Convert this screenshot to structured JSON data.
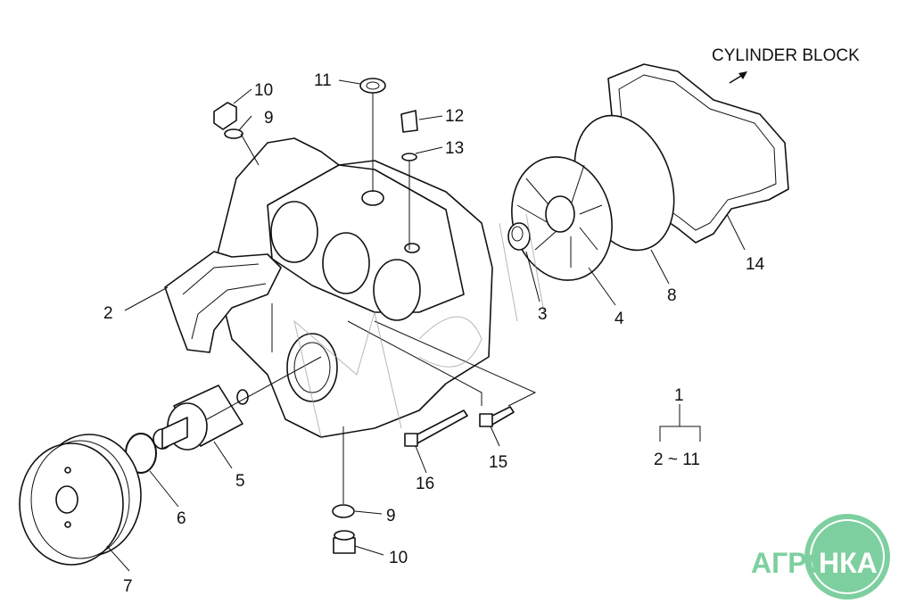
{
  "diagram": {
    "direction_label": "CYLINDER BLOCK",
    "callouts": [
      {
        "id": "c10a",
        "text": "10"
      },
      {
        "id": "c9a",
        "text": "9"
      },
      {
        "id": "c11",
        "text": "11"
      },
      {
        "id": "c12",
        "text": "12"
      },
      {
        "id": "c13",
        "text": "13"
      },
      {
        "id": "c2",
        "text": "2"
      },
      {
        "id": "c3",
        "text": "3"
      },
      {
        "id": "c4",
        "text": "4"
      },
      {
        "id": "c8",
        "text": "8"
      },
      {
        "id": "c14",
        "text": "14"
      },
      {
        "id": "c5",
        "text": "5"
      },
      {
        "id": "c6",
        "text": "6"
      },
      {
        "id": "c7",
        "text": "7"
      },
      {
        "id": "c9b",
        "text": "9"
      },
      {
        "id": "c10b",
        "text": "10"
      },
      {
        "id": "c16",
        "text": "16"
      },
      {
        "id": "c15",
        "text": "15"
      }
    ],
    "assembly": {
      "parent": "1",
      "children": "2 ~ 11"
    }
  },
  "logo": {
    "left": "АГРО",
    "right": "НКА",
    "color": "#7ecfa0"
  }
}
